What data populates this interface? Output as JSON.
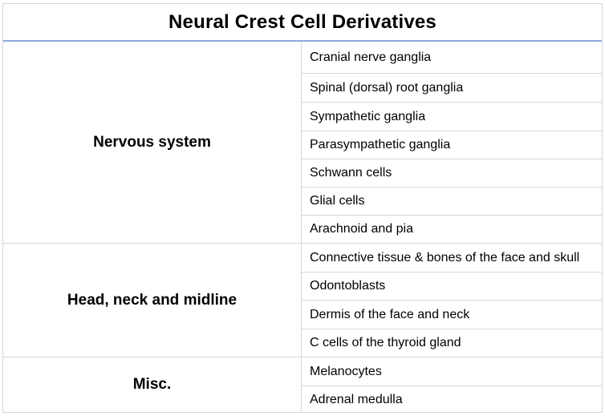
{
  "title": "Neural Crest Cell Derivatives",
  "sections": [
    {
      "category": "Nervous system",
      "items": [
        "Cranial nerve ganglia",
        "Spinal (dorsal) root ganglia",
        "Sympathetic ganglia",
        "Parasympathetic ganglia",
        "Schwann cells",
        "Glial cells",
        "Arachnoid and pia"
      ]
    },
    {
      "category": "Head, neck and midline",
      "items": [
        "Connective tissue & bones of the face and skull",
        "Odontoblasts",
        "Dermis of the face and neck",
        "C cells of the thyroid gland"
      ]
    },
    {
      "category": "Misc.",
      "items": [
        "Melanocytes",
        "Adrenal medulla"
      ]
    }
  ],
  "colors": {
    "header_rule": "#8eaadb",
    "grid_line": "#d4d7dc",
    "text": "#000000"
  }
}
